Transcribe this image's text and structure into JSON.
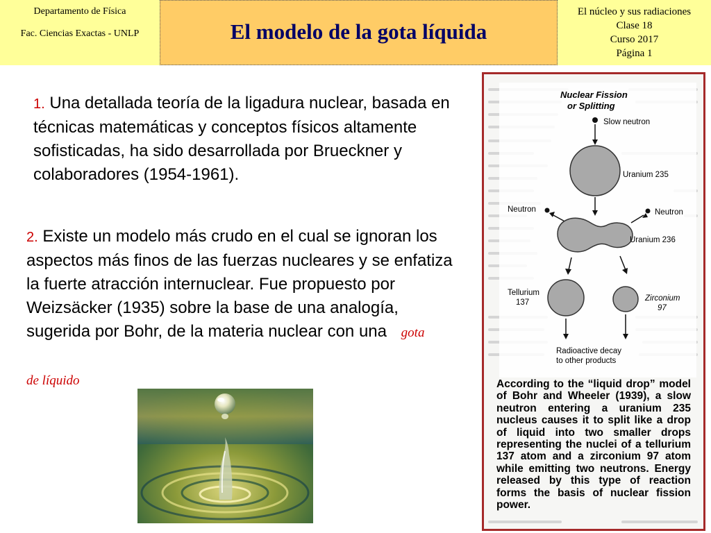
{
  "header": {
    "left_line1": "Departamento de Física",
    "left_line2": "Fac. Ciencias Exactas - UNLP",
    "title": "El modelo de la gota líquida",
    "right_line1": "El núcleo y sus radiaciones",
    "right_line2": "Clase 18",
    "right_line3": "Curso 2017",
    "right_line4": "Página 1"
  },
  "paragraph1": {
    "number": "1.",
    "text": "Una detallada teoría de la ligadura nuclear, basada en técnicas matemáticas y conceptos físicos  altamente sofisticadas,  ha sido desarrollada por  Brueckner y colaboradores (1954-1961)."
  },
  "paragraph2": {
    "number": "2.",
    "text": "Existe un modelo más crudo en el cual se ignoran  los aspectos más finos de las fuerzas nucleares y se enfatiza la fuerte atracción internuclear.  Fue propuesto por  Weizsäcker (1935) sobre la base de una analogía, sugerida por Bohr,  de la materia  nuclear con una",
    "emph_1": "gota",
    "emph_2": "de líquido"
  },
  "figure": {
    "title_line1": "Nuclear Fission",
    "title_line2": "or Splitting",
    "slow_neutron": "Slow neutron",
    "uranium235": "Uranium 235",
    "neutron_left": "Neutron",
    "neutron_right": "Neutron",
    "uranium236": "Uranium 236",
    "tellurium_line1": "Tellurium",
    "tellurium_line2": "137",
    "zirconium_line1": "Zirconium",
    "zirconium_line2": "97",
    "decay_line1": "Radioactive decay",
    "decay_line2": "to other products",
    "caption": "According to the “liquid drop” model of Bohr and Wheeler (1939), a slow neutron entering a uranium 235 nucleus causes it to split like a drop of liquid into two smaller drops representing the nuclei of a tellurium 137 atom and a zirconium 97 atom while emitting two neutrons. Energy released by this type of reaction forms the basis of nuclear fission power."
  },
  "colors": {
    "header_side": "#ffff99",
    "header_center": "#ffcc66",
    "title": "#000066",
    "accent_red": "#cc0000",
    "figure_border": "#a52a2a",
    "nucleus_fill": "#a9a9a9"
  }
}
